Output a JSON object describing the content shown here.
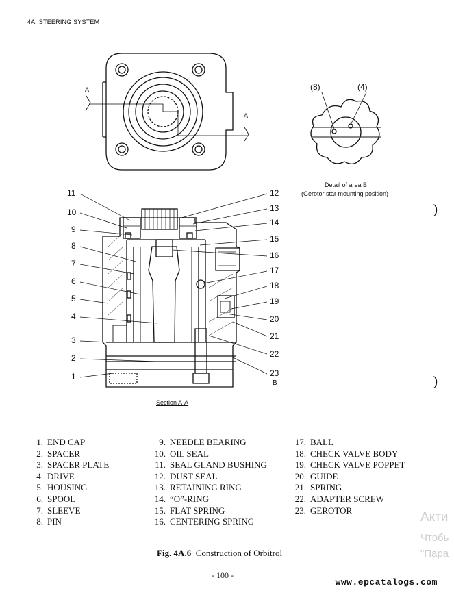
{
  "header": {
    "section_title": "4A. STEERING SYSTEM"
  },
  "top_view": {
    "section_marker_left": "A",
    "section_marker_right": "A"
  },
  "detail": {
    "label_left": "(8)",
    "label_right": "(4)",
    "title": "Detail of area B",
    "subtitle": "(Gerotor star mounting position)"
  },
  "section": {
    "title": "Section A-A",
    "area_marker": "B",
    "left_callouts": [
      "11",
      "10",
      "9",
      "8",
      "7",
      "6",
      "5",
      "4",
      "3",
      "2",
      "1"
    ],
    "right_callouts": [
      "12",
      "13",
      "14",
      "15",
      "16",
      "17",
      "18",
      "19",
      "20",
      "21",
      "22",
      "23"
    ]
  },
  "parts": [
    {
      "num": "1.",
      "name": "END CAP"
    },
    {
      "num": "2.",
      "name": "SPACER"
    },
    {
      "num": "3.",
      "name": "SPACER PLATE"
    },
    {
      "num": "4.",
      "name": "DRIVE"
    },
    {
      "num": "5.",
      "name": "HOUSING"
    },
    {
      "num": "6.",
      "name": "SPOOL"
    },
    {
      "num": "7.",
      "name": "SLEEVE"
    },
    {
      "num": "8.",
      "name": "PIN"
    },
    {
      "num": "9.",
      "name": "NEEDLE BEARING"
    },
    {
      "num": "10.",
      "name": "OIL SEAL"
    },
    {
      "num": "11.",
      "name": "SEAL GLAND BUSHING"
    },
    {
      "num": "12.",
      "name": "DUST SEAL"
    },
    {
      "num": "13.",
      "name": "RETAINING RING"
    },
    {
      "num": "14.",
      "name": "“O”-RING"
    },
    {
      "num": "15.",
      "name": "FLAT SPRING"
    },
    {
      "num": "16.",
      "name": "CENTERING SPRING"
    },
    {
      "num": "17.",
      "name": "BALL"
    },
    {
      "num": "18.",
      "name": "CHECK VALVE BODY"
    },
    {
      "num": "19.",
      "name": "CHECK VALVE POPPET"
    },
    {
      "num": "20.",
      "name": "GUIDE"
    },
    {
      "num": "21.",
      "name": "SPRING"
    },
    {
      "num": "22.",
      "name": "ADAPTER SCREW"
    },
    {
      "num": "23.",
      "name": "GEROTOR"
    }
  ],
  "caption": {
    "fig": "Fig. 4A.6",
    "text": "Construction of Orbitrol"
  },
  "page_number": "- 100 -",
  "footer_site": "www.epcatalogs.com",
  "watermark": {
    "line1": "Акти",
    "line2": "Чтобь",
    "line3": "\"Пара"
  }
}
